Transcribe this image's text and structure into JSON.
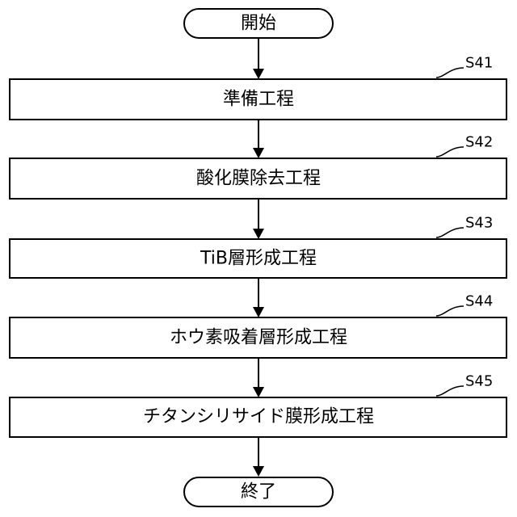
{
  "flowchart": {
    "start": "開始",
    "end": "終了",
    "steps": [
      {
        "id": "S41",
        "label": "準備工程"
      },
      {
        "id": "S42",
        "label": "酸化膜除去工程"
      },
      {
        "id": "S43",
        "label": "TiB層形成工程"
      },
      {
        "id": "S44",
        "label": "ホウ素吸着層形成工程"
      },
      {
        "id": "S45",
        "label": "チタンシリサイド膜形成工程"
      }
    ]
  }
}
